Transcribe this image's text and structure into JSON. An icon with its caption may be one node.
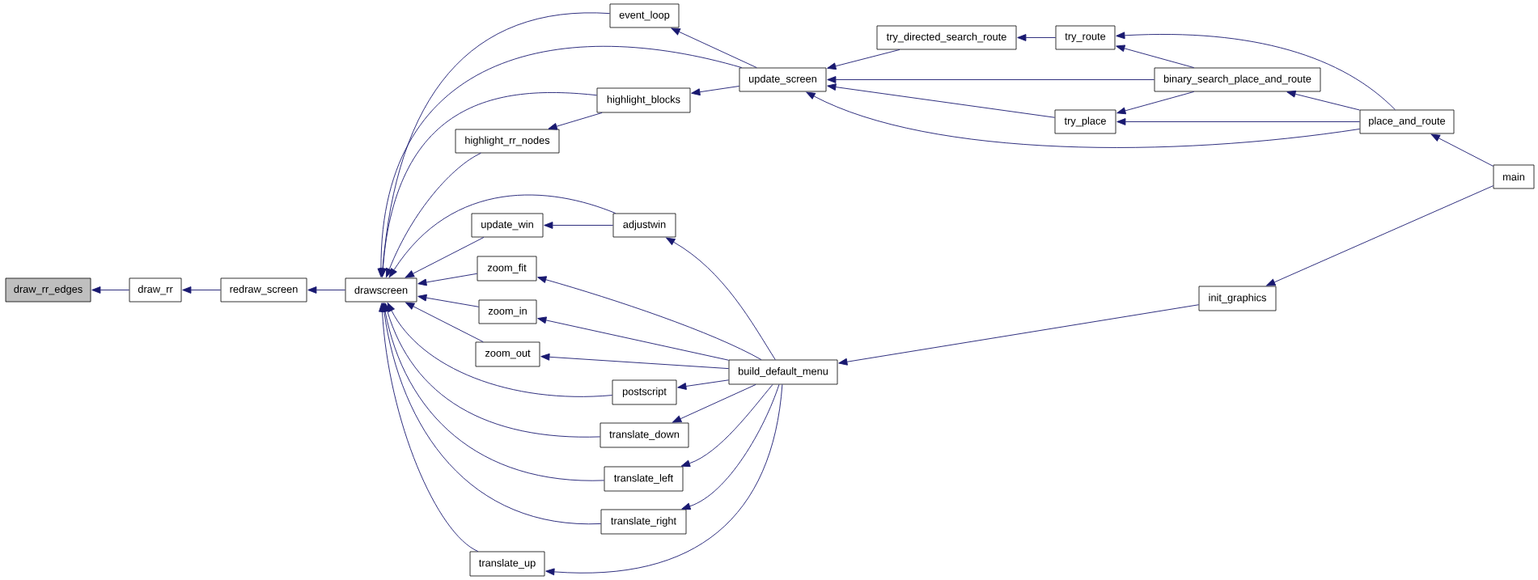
{
  "diagram": {
    "nodes": [
      {
        "text": [
          "draw_rr_edges"
        ]
      },
      {
        "text": [
          "draw_rr"
        ]
      },
      {
        "text": [
          "redraw_screen"
        ]
      },
      {
        "text": [
          "drawscreen"
        ]
      },
      {
        "text": [
          "highlight_rr_nodes"
        ]
      },
      {
        "text": [
          "update_win"
        ]
      },
      {
        "text": [
          "zoom_fit"
        ]
      },
      {
        "text": [
          "zoom_in"
        ]
      },
      {
        "text": [
          "zoom_out"
        ]
      },
      {
        "text": [
          "translate_up"
        ]
      },
      {
        "text": [
          "event_loop"
        ]
      },
      {
        "text": [
          "highlight_blocks"
        ]
      },
      {
        "text": [
          "adjustwin"
        ]
      },
      {
        "text": [
          "postscript"
        ]
      },
      {
        "text": [
          "translate_down"
        ]
      },
      {
        "text": [
          "translate_left"
        ]
      },
      {
        "text": [
          "translate_right"
        ]
      },
      {
        "text": [
          "update_screen"
        ]
      },
      {
        "text": [
          "build_default_menu"
        ]
      },
      {
        "text": [
          "try_directed_search_route"
        ]
      },
      {
        "text": [
          "try_route"
        ]
      },
      {
        "text": [
          "try_place"
        ]
      },
      {
        "text": [
          "binary_search_place_and_route"
        ]
      },
      {
        "text": [
          "init_graphics"
        ]
      },
      {
        "text": [
          "place_and_route"
        ]
      },
      {
        "text": [
          "main"
        ]
      }
    ],
    "edges": [
      {
        "from": 1,
        "to": 0,
        "arrow": "to"
      },
      {
        "from": 2,
        "to": 1,
        "arrow": "to"
      },
      {
        "from": 3,
        "to": 2,
        "arrow": "to"
      },
      {
        "from": 10,
        "to": 3,
        "arrow": "to"
      },
      {
        "from": 17,
        "to": 3,
        "arrow": "to"
      },
      {
        "from": 11,
        "to": 3,
        "arrow": "to"
      },
      {
        "from": 4,
        "to": 3,
        "arrow": "to"
      },
      {
        "from": 12,
        "to": 3,
        "arrow": "to"
      },
      {
        "from": 5,
        "to": 3,
        "arrow": "to"
      },
      {
        "from": 6,
        "to": 3,
        "arrow": "to"
      },
      {
        "from": 7,
        "to": 3,
        "arrow": "to"
      },
      {
        "from": 8,
        "to": 3,
        "arrow": "to"
      },
      {
        "from": 13,
        "to": 3,
        "arrow": "to"
      },
      {
        "from": 14,
        "to": 3,
        "arrow": "to"
      },
      {
        "from": 15,
        "to": 3,
        "arrow": "to"
      },
      {
        "from": 16,
        "to": 3,
        "arrow": "to"
      },
      {
        "from": 9,
        "to": 3,
        "arrow": "to"
      },
      {
        "from": 11,
        "to": 4,
        "arrow": "to"
      },
      {
        "from": 12,
        "to": 5,
        "arrow": "to"
      },
      {
        "from": 18,
        "to": 6,
        "arrow": "to"
      },
      {
        "from": 18,
        "to": 7,
        "arrow": "to"
      },
      {
        "from": 18,
        "to": 8,
        "arrow": "to"
      },
      {
        "from": 18,
        "to": 9,
        "arrow": "to"
      },
      {
        "from": 17,
        "to": 10,
        "arrow": "to"
      },
      {
        "from": 17,
        "to": 11,
        "arrow": "to"
      },
      {
        "from": 18,
        "to": 12,
        "arrow": "to"
      },
      {
        "from": 18,
        "to": 13,
        "arrow": "to"
      },
      {
        "from": 18,
        "to": 14,
        "arrow": "to"
      },
      {
        "from": 18,
        "to": 15,
        "arrow": "to"
      },
      {
        "from": 18,
        "to": 16,
        "arrow": "to"
      },
      {
        "from": 19,
        "to": 17,
        "arrow": "to"
      },
      {
        "from": 22,
        "to": 17,
        "arrow": "to"
      },
      {
        "from": 21,
        "to": 17,
        "arrow": "to"
      },
      {
        "from": 24,
        "to": 17,
        "arrow": "to"
      },
      {
        "from": 23,
        "to": 18,
        "arrow": "to"
      },
      {
        "from": 20,
        "to": 19,
        "arrow": "to"
      },
      {
        "from": 24,
        "to": 20,
        "arrow": "to"
      },
      {
        "from": 22,
        "to": 20,
        "arrow": "to"
      },
      {
        "from": 22,
        "to": 21,
        "arrow": "to"
      },
      {
        "from": 24,
        "to": 21,
        "arrow": "to"
      },
      {
        "from": 24,
        "to": 22,
        "arrow": "to"
      },
      {
        "from": 25,
        "to": 23,
        "arrow": "to"
      },
      {
        "from": 25,
        "to": 24,
        "arrow": "to"
      }
    ]
  }
}
